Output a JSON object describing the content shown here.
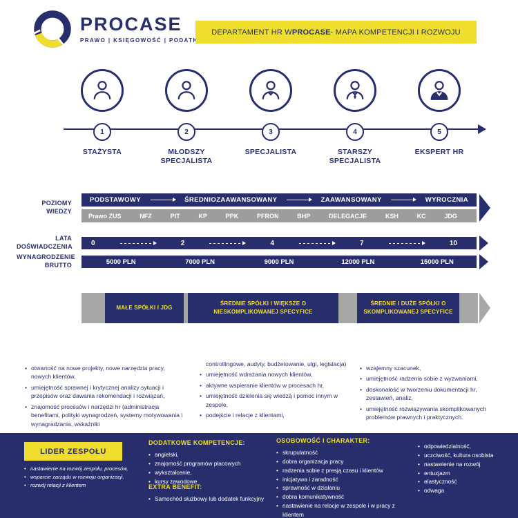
{
  "colors": {
    "navy": "#272e6b",
    "yellow": "#f0de2f",
    "gray_bar": "#9d9d9d",
    "clients_gray": "#a7a7a7"
  },
  "header": {
    "logo_name": "PROCASE",
    "logo_tagline": "PRAWO | KSIĘGOWOŚĆ | PODATKI",
    "banner_prefix": "DEPARTAMENT HR W ",
    "banner_brand": "PROCASE",
    "banner_suffix": " - MAPA KOMPETENCJI I ROZWOJU"
  },
  "timeline": {
    "stages": [
      {
        "number": "1",
        "label": "STAŻYSTA"
      },
      {
        "number": "2",
        "label": "MŁODSZY SPECJALISTA"
      },
      {
        "number": "3",
        "label": "SPECJALISTA"
      },
      {
        "number": "4",
        "label": "STARSZY SPECJALISTA"
      },
      {
        "number": "5",
        "label": "EKSPERT HR"
      }
    ]
  },
  "knowledge": {
    "row_label": "POZIOMY WIEDZY",
    "levels": [
      "PODSTAWOWY",
      "ŚREDNIOZAAWANSOWANY",
      "ZAAWANSOWANY",
      "WYROCZNIA"
    ],
    "topics": [
      "Prawo ZUS",
      "NFZ",
      "PIT",
      "KP",
      "PPK",
      "PFRON",
      "BHP",
      "DELEGACJE",
      "KSH",
      "KC",
      "JDG"
    ]
  },
  "experience": {
    "row_label": "LATA DOŚWIADCZENIA",
    "values": [
      "0",
      "2",
      "4",
      "7",
      "10"
    ]
  },
  "salary": {
    "row_label": "WYNAGRODZENIE BRUTTO",
    "values": [
      "5000 PLN",
      "7000 PLN",
      "9000 PLN",
      "12000 PLN",
      "15000 PLN"
    ]
  },
  "clients": {
    "segments": [
      "MAŁE SPÓŁKI I JDG",
      "ŚREDNIE SPÓŁKI I WIĘKSZE O NIESKOMPLIKOWANEJ SPECYFICE",
      "ŚREDNIE I DUŻE SPÓŁKI O SKOMPLIKOWANEJ SPECYFICE"
    ]
  },
  "competencies": {
    "col1": [
      "otwartość na nowe projekty, nowe narzędzia pracy, nowych klientów,",
      "umiejętność sprawnej i krytycznej analizy sytuacji i przepisów oraz dawania rekomendacji i rozwiązań,",
      "znajomość procesów i narzędzi hr (administracja benefitami, polityki wynagrodzeń, systemy motywowania i wynagradzania, wskaźniki"
    ],
    "col2_continuation": "controllingowe, audyty, budżetowanie, ulgi, legislacja)",
    "col2": [
      "umiejętność wdrażania nowych klientów,",
      "aktywne wspieranie klientów w procesach hr,",
      "umiejętność dzielenia się wiedzą i pomoc innym w zespole,",
      "podejście i relacje z klientami,"
    ],
    "col3": [
      "wzajemny szacunek,",
      "umiejętność radzenia sobie z wyzwaniami,",
      "doskonałość w tworzeniu dokumentacji hr, zestawień, analiz,",
      "umiejętność rozwiązywania skomplikowanych problemów prawnych i praktycznych."
    ]
  },
  "footer": {
    "leader_title": "LIDER ZESPOŁU",
    "leader_items": [
      "nastawienie na rozwój zespołu, procesów,",
      "wsparcie zarządu w rozwoju organizacji,",
      "rozwój relacji z klientem"
    ],
    "additional_title": "DODATKOWE KOMPETENCJE:",
    "additional_items": [
      "angielski,",
      "znajomość programów płacowych",
      "wykształcenie,",
      "kursy zawodowe"
    ],
    "benefit_title": "EXTRA BENEFIT:",
    "benefit_items": [
      "Samochód służbowy lub dodatek funkcyjny"
    ],
    "personality_title": "OSOBOWOŚĆ I CHARAKTER:",
    "personality_items": [
      "skrupulatność",
      "dobra organizacja pracy",
      "radzenia sobie z presją czasu i klientów",
      "inicjatywa i zaradność",
      "sprawność w działaniu",
      "dobra komunikatywność",
      "nastawienie na relacje w zespole i w pracy z klientem"
    ],
    "traits_items": [
      "odpowiedzialność,",
      "uczciwość, kultura osobista",
      "nastawienie na rozwój",
      "entuzjazm",
      "elastyczność",
      "odwaga"
    ]
  }
}
